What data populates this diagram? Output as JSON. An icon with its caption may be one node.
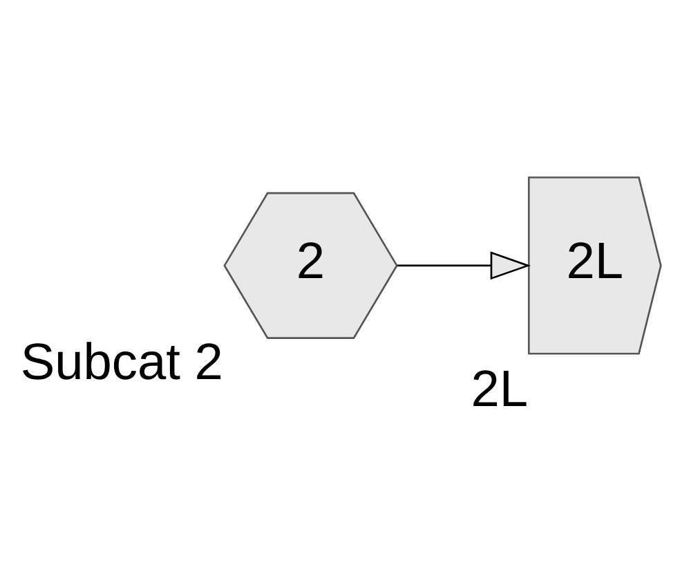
{
  "diagram": {
    "nodes": [
      {
        "text": [
          "2"
        ],
        "beside": [
          "Subcat 2"
        ]
      },
      {
        "text": [
          "2L"
        ],
        "beside": [
          "2L"
        ]
      }
    ],
    "edges": [
      {
        "from": 0,
        "to": 1,
        "arrow": "to"
      }
    ]
  }
}
